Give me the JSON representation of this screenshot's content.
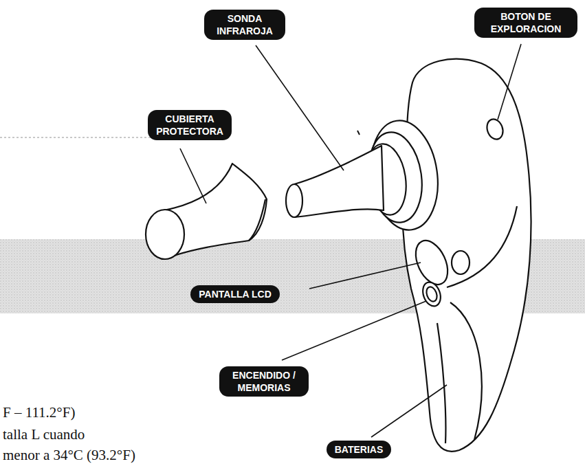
{
  "diagram": {
    "nodes": [
      {
        "text": [
          "SONDA INFRAROJA"
        ]
      },
      {
        "text": [
          "BOTON DE EXPLORACION"
        ]
      },
      {
        "text": [
          "CUBIERTA PROTECTORA"
        ]
      },
      {
        "text": [
          "PANTALLA LCD"
        ]
      },
      {
        "text": [
          "ENCENDIDO / MEMORIAS"
        ]
      },
      {
        "text": [
          "BATERIAS"
        ]
      }
    ],
    "labels": [
      "F – 111.2°F)",
      "talla L cuando",
      "menor a 34°C (93.2°F)"
    ]
  }
}
